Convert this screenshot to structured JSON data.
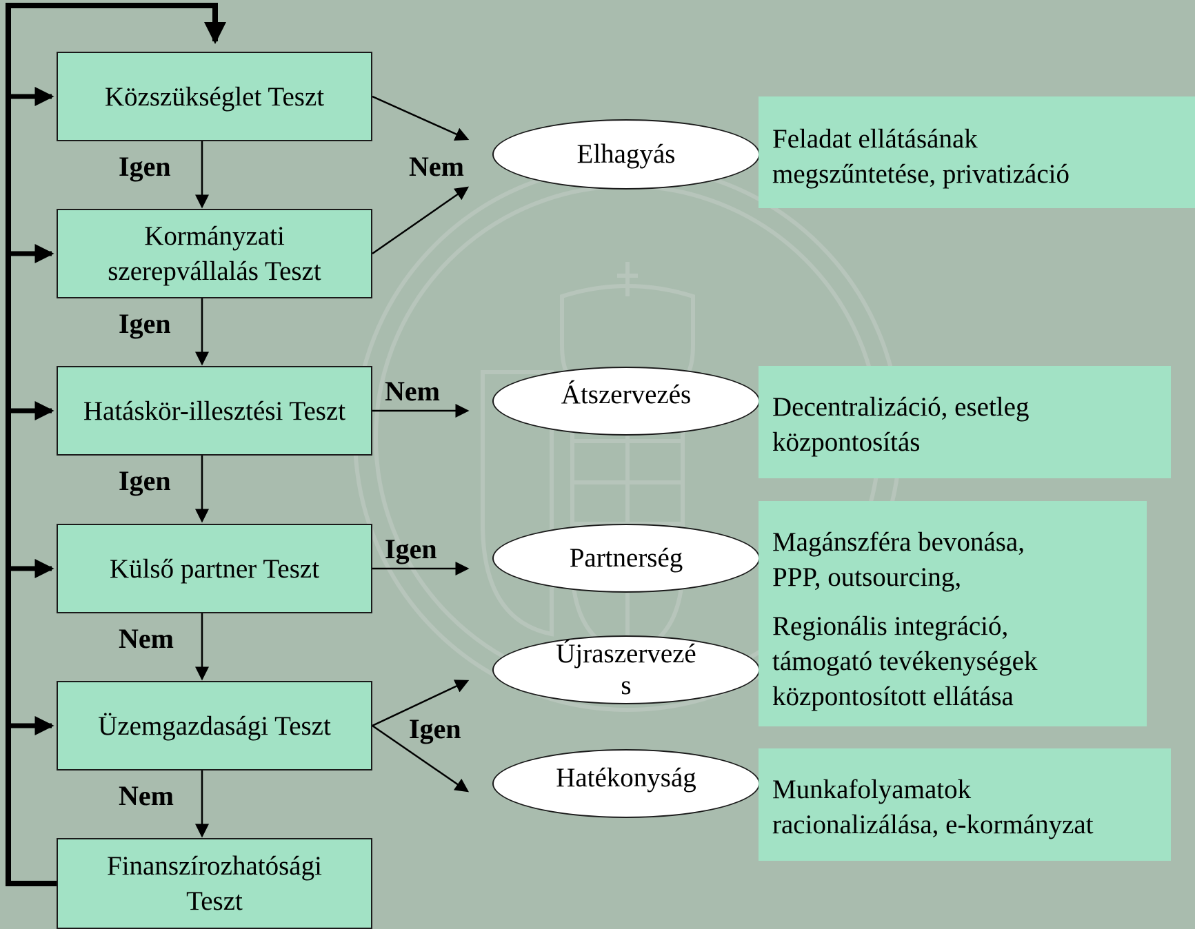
{
  "diagram": {
    "tests": [
      {
        "label": "Közszükséglet Teszt"
      },
      {
        "label": "Kormányzati szerepvállalás Teszt"
      },
      {
        "label": "Hatáskör-illesztési Teszt"
      },
      {
        "label": "Külső partner Teszt"
      },
      {
        "label": "Üzemgazdasági Teszt"
      },
      {
        "label": "Finanszírozhatósági Teszt"
      }
    ],
    "down_labels": [
      "Igen",
      "Igen",
      "Igen",
      "Nem",
      "Nem"
    ],
    "side_labels": {
      "elhagyas": "Nem",
      "atszervezes": "Nem",
      "partnerseg": "Igen",
      "uzem": "Igen"
    },
    "outcomes": [
      {
        "label": "Elhagyás"
      },
      {
        "label": "Átszervezés"
      },
      {
        "label": "Partnerség"
      },
      {
        "label_line1": "Újraszervezé",
        "label_line2": "s"
      },
      {
        "label": "Hatékonyság"
      }
    ],
    "descriptions": {
      "elhagyas": [
        "Feladat ellátásának",
        "megszűntetése, privatizáció"
      ],
      "atszervezes": [
        "Decentralizáció, esetleg",
        "központosítás"
      ],
      "partnerseg": [
        "Magánszféra bevonása,",
        "PPP, outsourcing,"
      ],
      "ujraszervezes": [
        "Regionális integráció,",
        "támogató tevékenységek",
        "központosított ellátása"
      ],
      "hatekonysag": [
        "Munkafolyamatok",
        "racionalizálása, e-kormányzat"
      ]
    },
    "colors": {
      "background": "#a9bcae",
      "box_fill": "#a2e2c5",
      "ellipse_fill": "#ffffff",
      "line": "#000000"
    }
  }
}
